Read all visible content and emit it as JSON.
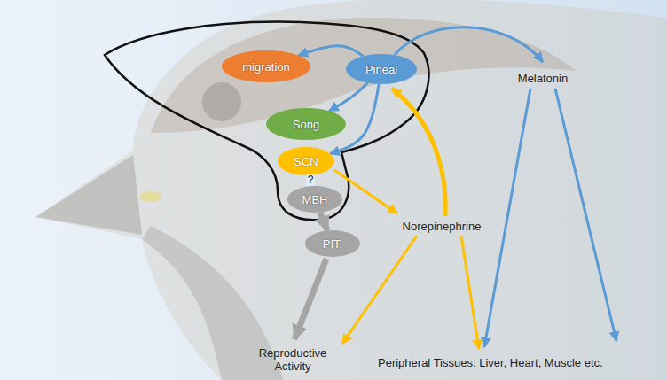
{
  "diagram": {
    "nodes": [
      {
        "text": [
          "migration"
        ]
      },
      {
        "text": [
          "Pineal"
        ]
      },
      {
        "text": [
          "Song"
        ]
      },
      {
        "text": [
          "SCN"
        ]
      },
      {
        "text": [
          "MBH"
        ]
      },
      {
        "text": [
          "PIT."
        ]
      }
    ],
    "edges": [
      {
        "from": 1,
        "to": 0,
        "arrow": "to"
      },
      {
        "from": 1,
        "to": 2,
        "arrow": "to"
      },
      {
        "from": 1,
        "to": 3,
        "arrow": "to"
      },
      {
        "from": 3,
        "to": 4,
        "label": "?",
        "arrow": "none"
      },
      {
        "from": 4,
        "to": 5,
        "arrow": "to"
      }
    ],
    "labels": [
      "Melatonin",
      "Norepinephrine",
      "Reproductive Activity",
      "Peripheral Tissues: Liver, Heart, Muscle etc."
    ]
  }
}
